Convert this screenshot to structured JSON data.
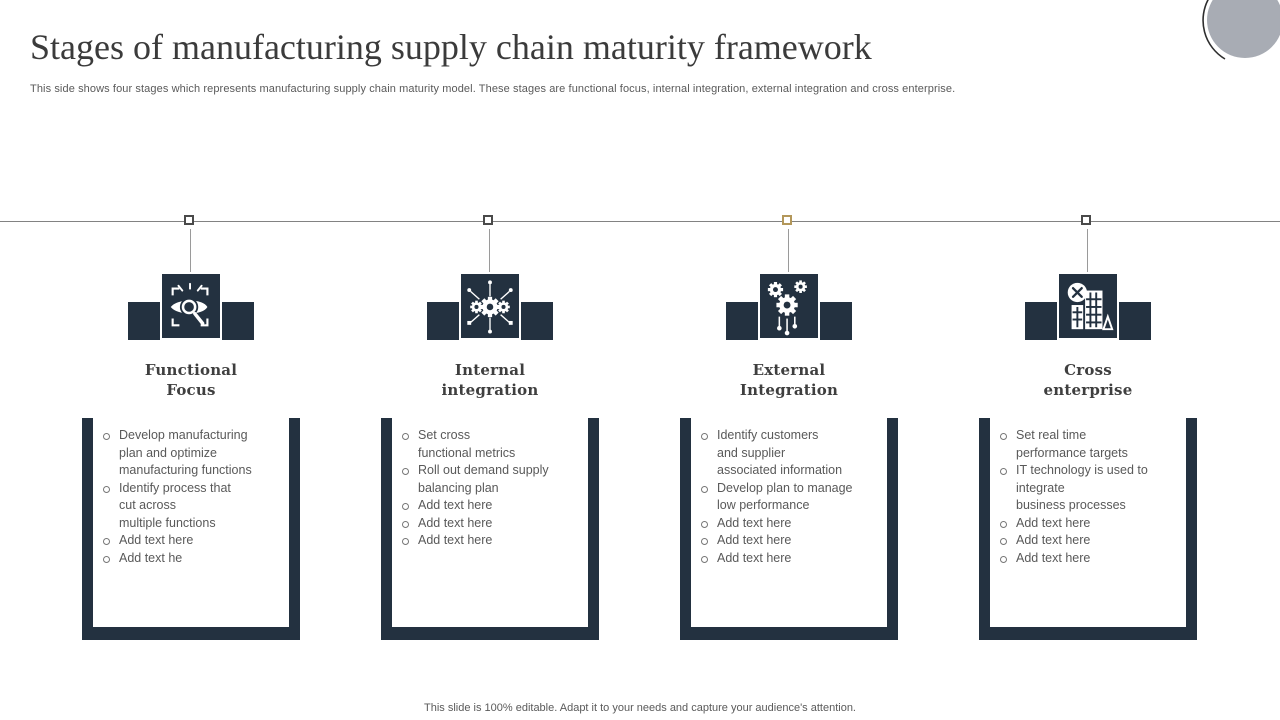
{
  "slide": {
    "title": "Stages of manufacturing supply chain maturity framework",
    "subtitle": "This side shows four stages which represents manufacturing supply chain maturity model.  These stages are functional focus, internal integration, external integration and cross enterprise.",
    "footer": "This slide is 100% editable. Adapt it to your needs and capture your audience's attention."
  },
  "colors": {
    "navy": "#233140",
    "selected_marker_gold": "#b3975a",
    "title_text": "#3b3b3b",
    "body_text": "#595959",
    "timeline_gray": "#828282",
    "deco_circle_gray": "#a8acb4"
  },
  "stages": [
    {
      "title_line1": "Functional",
      "title_line2": "Focus",
      "icon": "eye-scan-icon",
      "marker_selected": false,
      "items": [
        "Develop manufacturing\nplan and optimize\nmanufacturing functions",
        "Identify process that\ncut across\nmultiple functions",
        "Add text here",
        "Add text he"
      ]
    },
    {
      "title_line1": "Internal",
      "title_line2": "integration",
      "icon": "gear-network-icon",
      "marker_selected": false,
      "items": [
        "Set cross\nfunctional metrics",
        "Roll out demand supply\nbalancing plan",
        "Add text here",
        "Add text here",
        "Add text here"
      ]
    },
    {
      "title_line1": "External",
      "title_line2": "Integration",
      "icon": "gears-process-icon",
      "marker_selected": true,
      "items": [
        "Identify customers\nand supplier\nassociated information",
        "Develop plan to manage\nlow performance",
        "Add text here",
        "Add text here",
        "Add text here"
      ]
    },
    {
      "title_line1": "Cross",
      "title_line2": "enterprise",
      "icon": "enterprise-building-icon",
      "marker_selected": false,
      "items": [
        "Set real time\nperformance targets",
        "IT technology is used to\nintegrate\nbusiness processes",
        "Add text here",
        "Add text here",
        "Add text here"
      ]
    }
  ]
}
